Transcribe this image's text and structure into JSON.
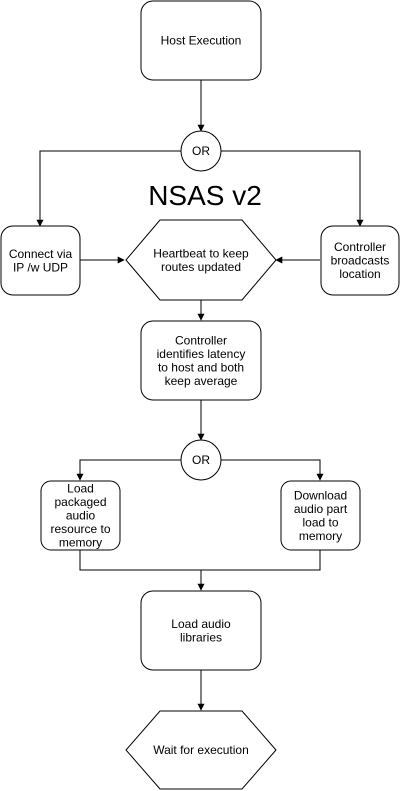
{
  "diagram": {
    "title": "NSAS v2",
    "nodes": {
      "host_execution": [
        "Host Execution"
      ],
      "or_top": [
        "OR"
      ],
      "connect_via_ip": [
        "Connect via",
        "IP /w UDP"
      ],
      "heartbeat": [
        "Heartbeat to keep",
        "routes updated"
      ],
      "controller_broadcasts": [
        "Controller",
        "broadcasts",
        "location"
      ],
      "controller_latency": [
        "Controller",
        "identifies latency",
        "to host and both",
        "keep average"
      ],
      "or_middle": [
        "OR"
      ],
      "load_packaged": [
        "Load",
        "packaged",
        "audio",
        "resource to",
        "memory"
      ],
      "download_audio": [
        "Download",
        "audio part",
        "load to",
        "memory"
      ],
      "load_libraries": [
        "Load audio",
        "libraries"
      ],
      "wait_execution": [
        "Wait for execution"
      ]
    },
    "colors": {
      "stroke": "#000000",
      "fill": "#ffffff",
      "text": "#000000"
    }
  }
}
